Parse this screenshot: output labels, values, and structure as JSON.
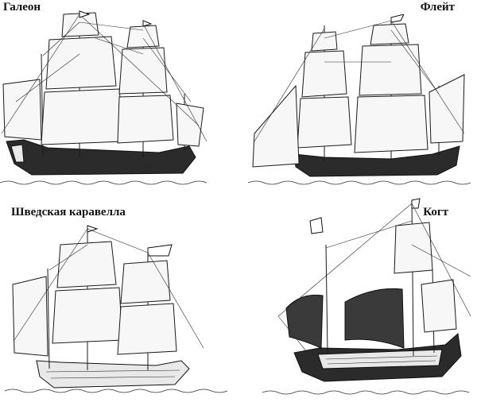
{
  "captions": {
    "galleon": "Галеон",
    "fluyt": "Флейт",
    "swedish_caravel": "Шведская каравелла",
    "cog": "Когт"
  },
  "colors": {
    "ink": "#1a1a1a",
    "paper": "#ffffff"
  }
}
